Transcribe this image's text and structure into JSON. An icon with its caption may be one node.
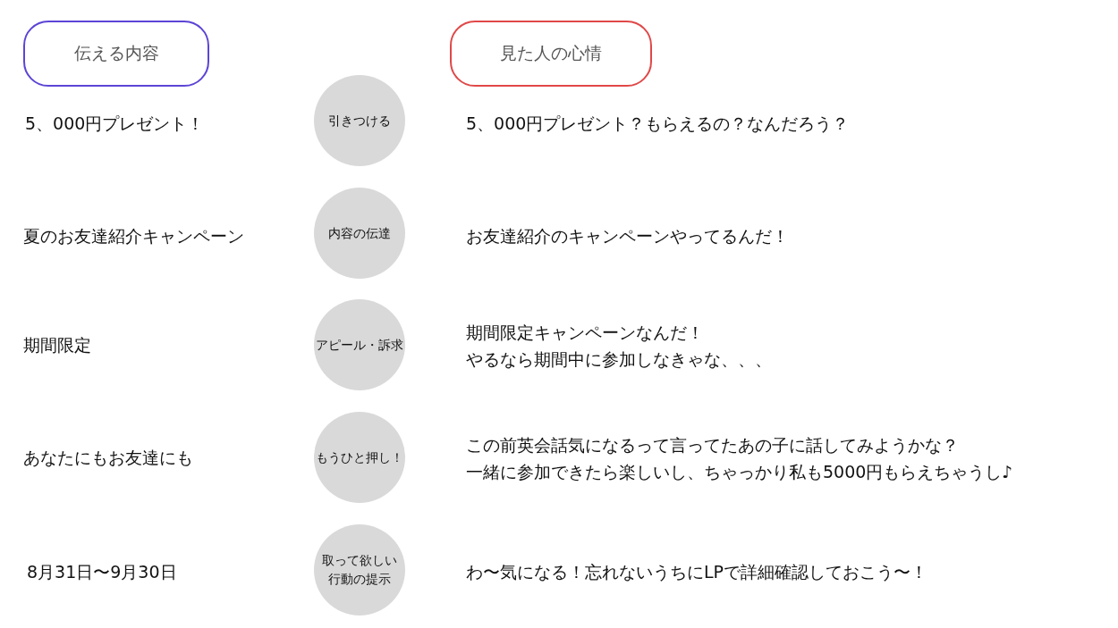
{
  "diagram": {
    "nodes": [
      {
        "text": [
          "伝える内容"
        ]
      },
      {
        "text": [
          "見た人の心情"
        ]
      },
      {
        "text": [
          "引きつける"
        ]
      },
      {
        "text": [
          "内容の伝達"
        ]
      },
      {
        "text": [
          "アピール・訴求"
        ]
      },
      {
        "text": [
          "もうひと押し！"
        ]
      },
      {
        "text": [
          "取って欲しい行動の提示"
        ]
      }
    ],
    "labels": [
      "5、000円プレゼント！",
      "5、000円プレゼント？もらえるの？なんだろう？",
      "夏のお友達紹介キャンペーン",
      "お友達紹介のキャンペーンやってるんだ！",
      "期間限定",
      "期間限定キャンペーンなんだ！",
      "やるなら期間中に参加しなきゃな、、、",
      "あなたにもお友達にも",
      "この前英会話気になるって言ってたあの子に話してみようかな？",
      "一緒に参加できたら楽しいし、ちゃっかり私も5000円もらえちゃうし♪",
      "8月31日〜9月30日",
      "わ〜気になる！忘れないうちにLPで詳細確認しておこう〜！"
    ]
  }
}
